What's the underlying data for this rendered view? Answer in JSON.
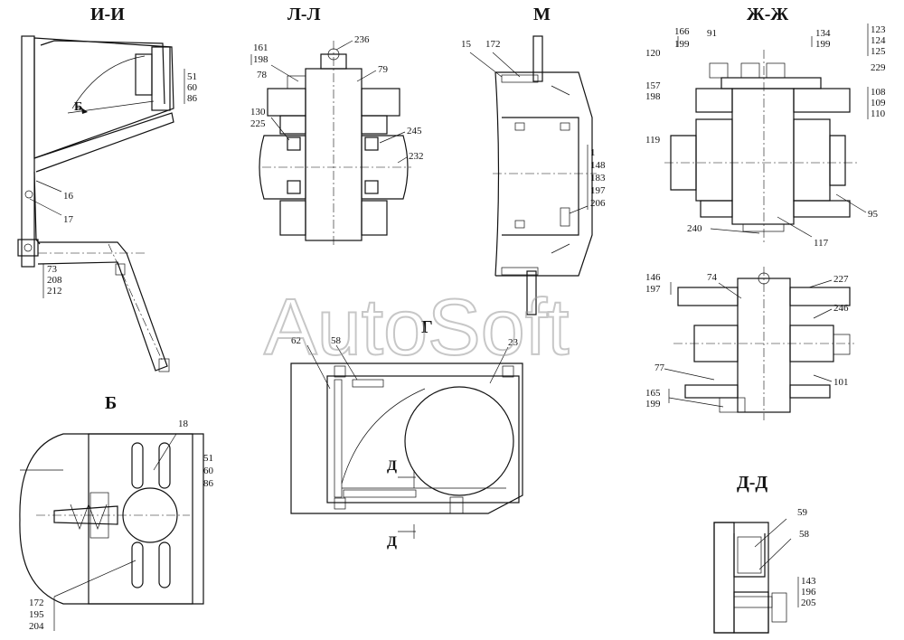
{
  "watermark": "AutoSoft",
  "views": {
    "ii": {
      "title": "И-И",
      "labels": [
        "51",
        "60",
        "86",
        "16",
        "17",
        "Б",
        "73",
        "208",
        "212"
      ]
    },
    "ll": {
      "title": "Л-Л",
      "labels": [
        "161",
        "198",
        "236",
        "79",
        "78",
        "130",
        "225",
        "245",
        "232"
      ]
    },
    "m": {
      "title": "М",
      "labels": [
        "15",
        "172",
        "1",
        "148",
        "183",
        "197",
        "206"
      ]
    },
    "zhzh": {
      "title": "Ж-Ж",
      "labels": [
        "166",
        "199",
        "91",
        "134",
        "199",
        "123",
        "124",
        "125",
        "120",
        "229",
        "157",
        "198",
        "108",
        "109",
        "110",
        "119",
        "95",
        "240",
        "117"
      ]
    },
    "b": {
      "title": "Б",
      "labels": [
        "18",
        "51",
        "60",
        "86",
        "172",
        "195",
        "204"
      ]
    },
    "g": {
      "title": "Г",
      "labels": [
        "62",
        "58",
        "23",
        "Д",
        "Д"
      ]
    },
    "lower_right": {
      "labels": [
        "146",
        "197",
        "74",
        "227",
        "246",
        "77",
        "101",
        "165",
        "199"
      ]
    },
    "dd": {
      "title": "Д-Д",
      "labels": [
        "59",
        "58",
        "143",
        "196",
        "205"
      ]
    }
  }
}
